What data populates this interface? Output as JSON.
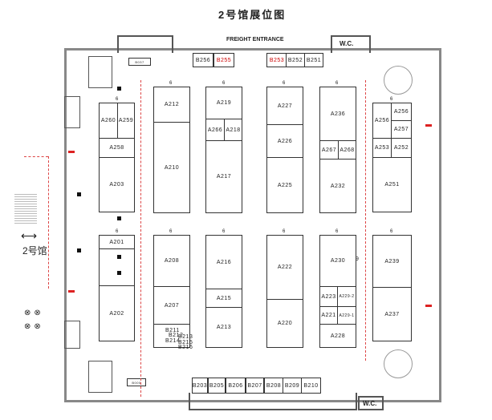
{
  "title": "2号馆展位图",
  "freight_entrance": "FREIGHT ENTRANCE",
  "wc": "W.C.",
  "hall_label": "2号馆",
  "aisle_width": "6",
  "aisle_mark_9": "9",
  "small_box": "B037",
  "small_box2": "B000",
  "booths": {
    "A260": "A260",
    "A259": "A259",
    "A258": "A258",
    "A203": "A203",
    "A201": "A201",
    "A202": "A202",
    "A212": "A212",
    "A210": "A210",
    "A208": "A208",
    "A207": "A207",
    "A219": "A219",
    "A266": "A266",
    "A218": "A218",
    "A217": "A217",
    "A216": "A216",
    "A215": "A215",
    "A213": "A213",
    "A227": "A227",
    "A226": "A226",
    "A225": "A225",
    "A222": "A222",
    "A220": "A220",
    "A236": "A236",
    "A267": "A267",
    "A268": "A268",
    "A232": "A232",
    "A230": "A230",
    "A223": "A223",
    "A229_2": "A229-2",
    "A221": "A221",
    "A229_1": "A229-1",
    "A228": "A228",
    "A256": "A256",
    "A256b": "A256",
    "A257": "A257",
    "A253": "A253",
    "A252": "A252",
    "A251": "A251",
    "A239": "A239",
    "A237": "A237",
    "B256": "B256",
    "B255": "B255",
    "B253": "B253",
    "B252": "B252",
    "B251": "B251",
    "B203": "B203",
    "B205": "B205",
    "B206": "B206",
    "B207": "B207",
    "B208": "B208",
    "B209": "B209",
    "B210": "B210",
    "B211": "B211",
    "B212": "B212",
    "B213": "B213",
    "B214": "B214",
    "B215": "B215",
    "B216": "B216"
  }
}
